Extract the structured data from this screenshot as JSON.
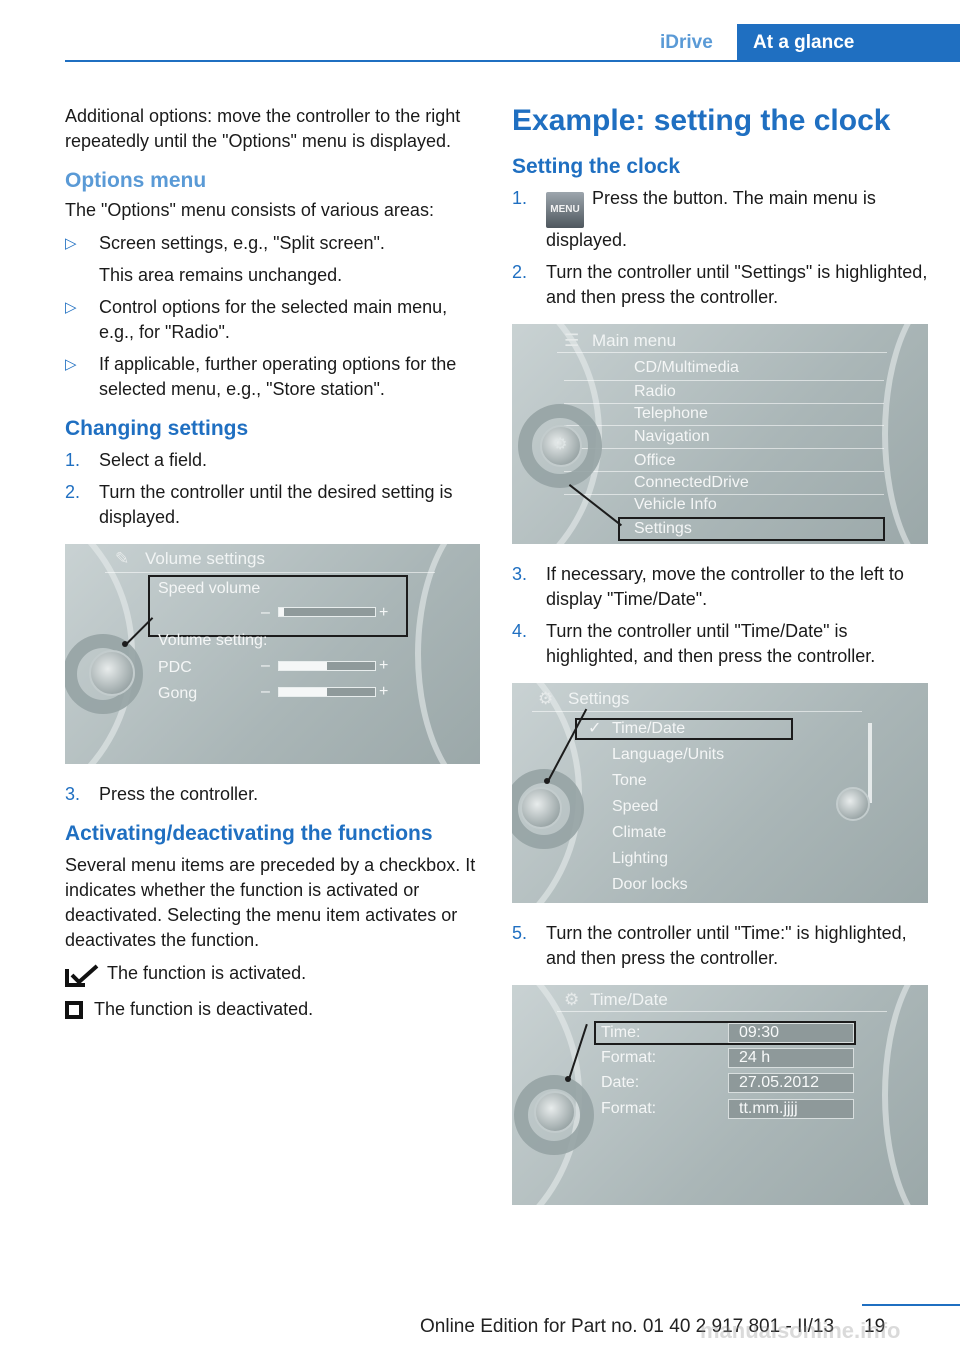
{
  "header": {
    "section": "iDrive",
    "tab": "At a glance"
  },
  "left": {
    "intro": "Additional options: move the controller to the right repeatedly until the \"Options\" menu is displayed.",
    "options_heading": "Options menu",
    "options_intro": "The \"Options\" menu consists of various areas:",
    "options_items": [
      {
        "text": "Screen settings, e.g., \"Split screen\".",
        "sub": "This area remains unchanged."
      },
      {
        "text": "Control options for the selected main menu, e.g., for \"Radio\"."
      },
      {
        "text": "If applicable, further operating options for the selected menu, e.g., \"Store station\"."
      }
    ],
    "changing_heading": "Changing settings",
    "changing_steps": [
      {
        "num": "1.",
        "text": "Select a field."
      },
      {
        "num": "2.",
        "text": "Turn the controller until the desired setting is displayed."
      }
    ],
    "volume_figure": {
      "title": "Volume settings",
      "speed_volume": "Speed volume",
      "volume_setting": "Volume setting:",
      "pdc": "PDC",
      "gong": "Gong",
      "minus": "–",
      "plus": "+",
      "levels": {
        "speed_volume": 0.05,
        "pdc": 0.5,
        "gong": 0.5
      }
    },
    "step3": {
      "num": "3.",
      "text": "Press the controller."
    },
    "activating_heading": "Activating/deactivating the functions",
    "activating_text": "Several menu items are preceded by a checkbox. It indicates whether the function is activated or deactivated. Selecting the menu item activates or deactivates the function.",
    "activated_text": "The function is activated.",
    "deactivated_text": "The function is deactivated."
  },
  "right": {
    "title": "Example: setting the clock",
    "subheading": "Setting the clock",
    "menu_button_label": "MENU",
    "steps_a": [
      {
        "num": "1.",
        "text": "Press the button. The main menu is displayed."
      },
      {
        "num": "2.",
        "text": "Turn the controller until \"Settings\" is highlighted, and then press the controller."
      }
    ],
    "main_menu_figure": {
      "title": "Main menu",
      "items": [
        "CD/Multimedia",
        "Radio",
        "Telephone",
        "Navigation",
        "Office",
        "ConnectedDrive",
        "Vehicle Info",
        "Settings"
      ]
    },
    "steps_b": [
      {
        "num": "3.",
        "text": "If necessary, move the controller to the left to display \"Time/Date\"."
      },
      {
        "num": "4.",
        "text": "Turn the controller until \"Time/Date\" is highlighted, and then press the controller."
      }
    ],
    "settings_figure": {
      "title": "Settings",
      "check": "✓",
      "items": [
        "Time/Date",
        "Language/Units",
        "Tone",
        "Speed",
        "Climate",
        "Lighting",
        "Door locks"
      ]
    },
    "steps_c": [
      {
        "num": "5.",
        "text": "Turn the controller until \"Time:\" is highlighted, and then press the controller."
      }
    ],
    "time_figure": {
      "title": "Time/Date",
      "rows": [
        {
          "label": "Time:",
          "value": "09:30"
        },
        {
          "label": "Format:",
          "value": "24 h"
        },
        {
          "label": "Date:",
          "value": "27.05.2012"
        },
        {
          "label": "Format:",
          "value": "tt.mm.jjjj"
        }
      ]
    }
  },
  "footer": {
    "page": "19",
    "edition": "Online Edition for Part no. 01 40 2 917 801 - II/13",
    "watermark": "manualsonline.info"
  }
}
